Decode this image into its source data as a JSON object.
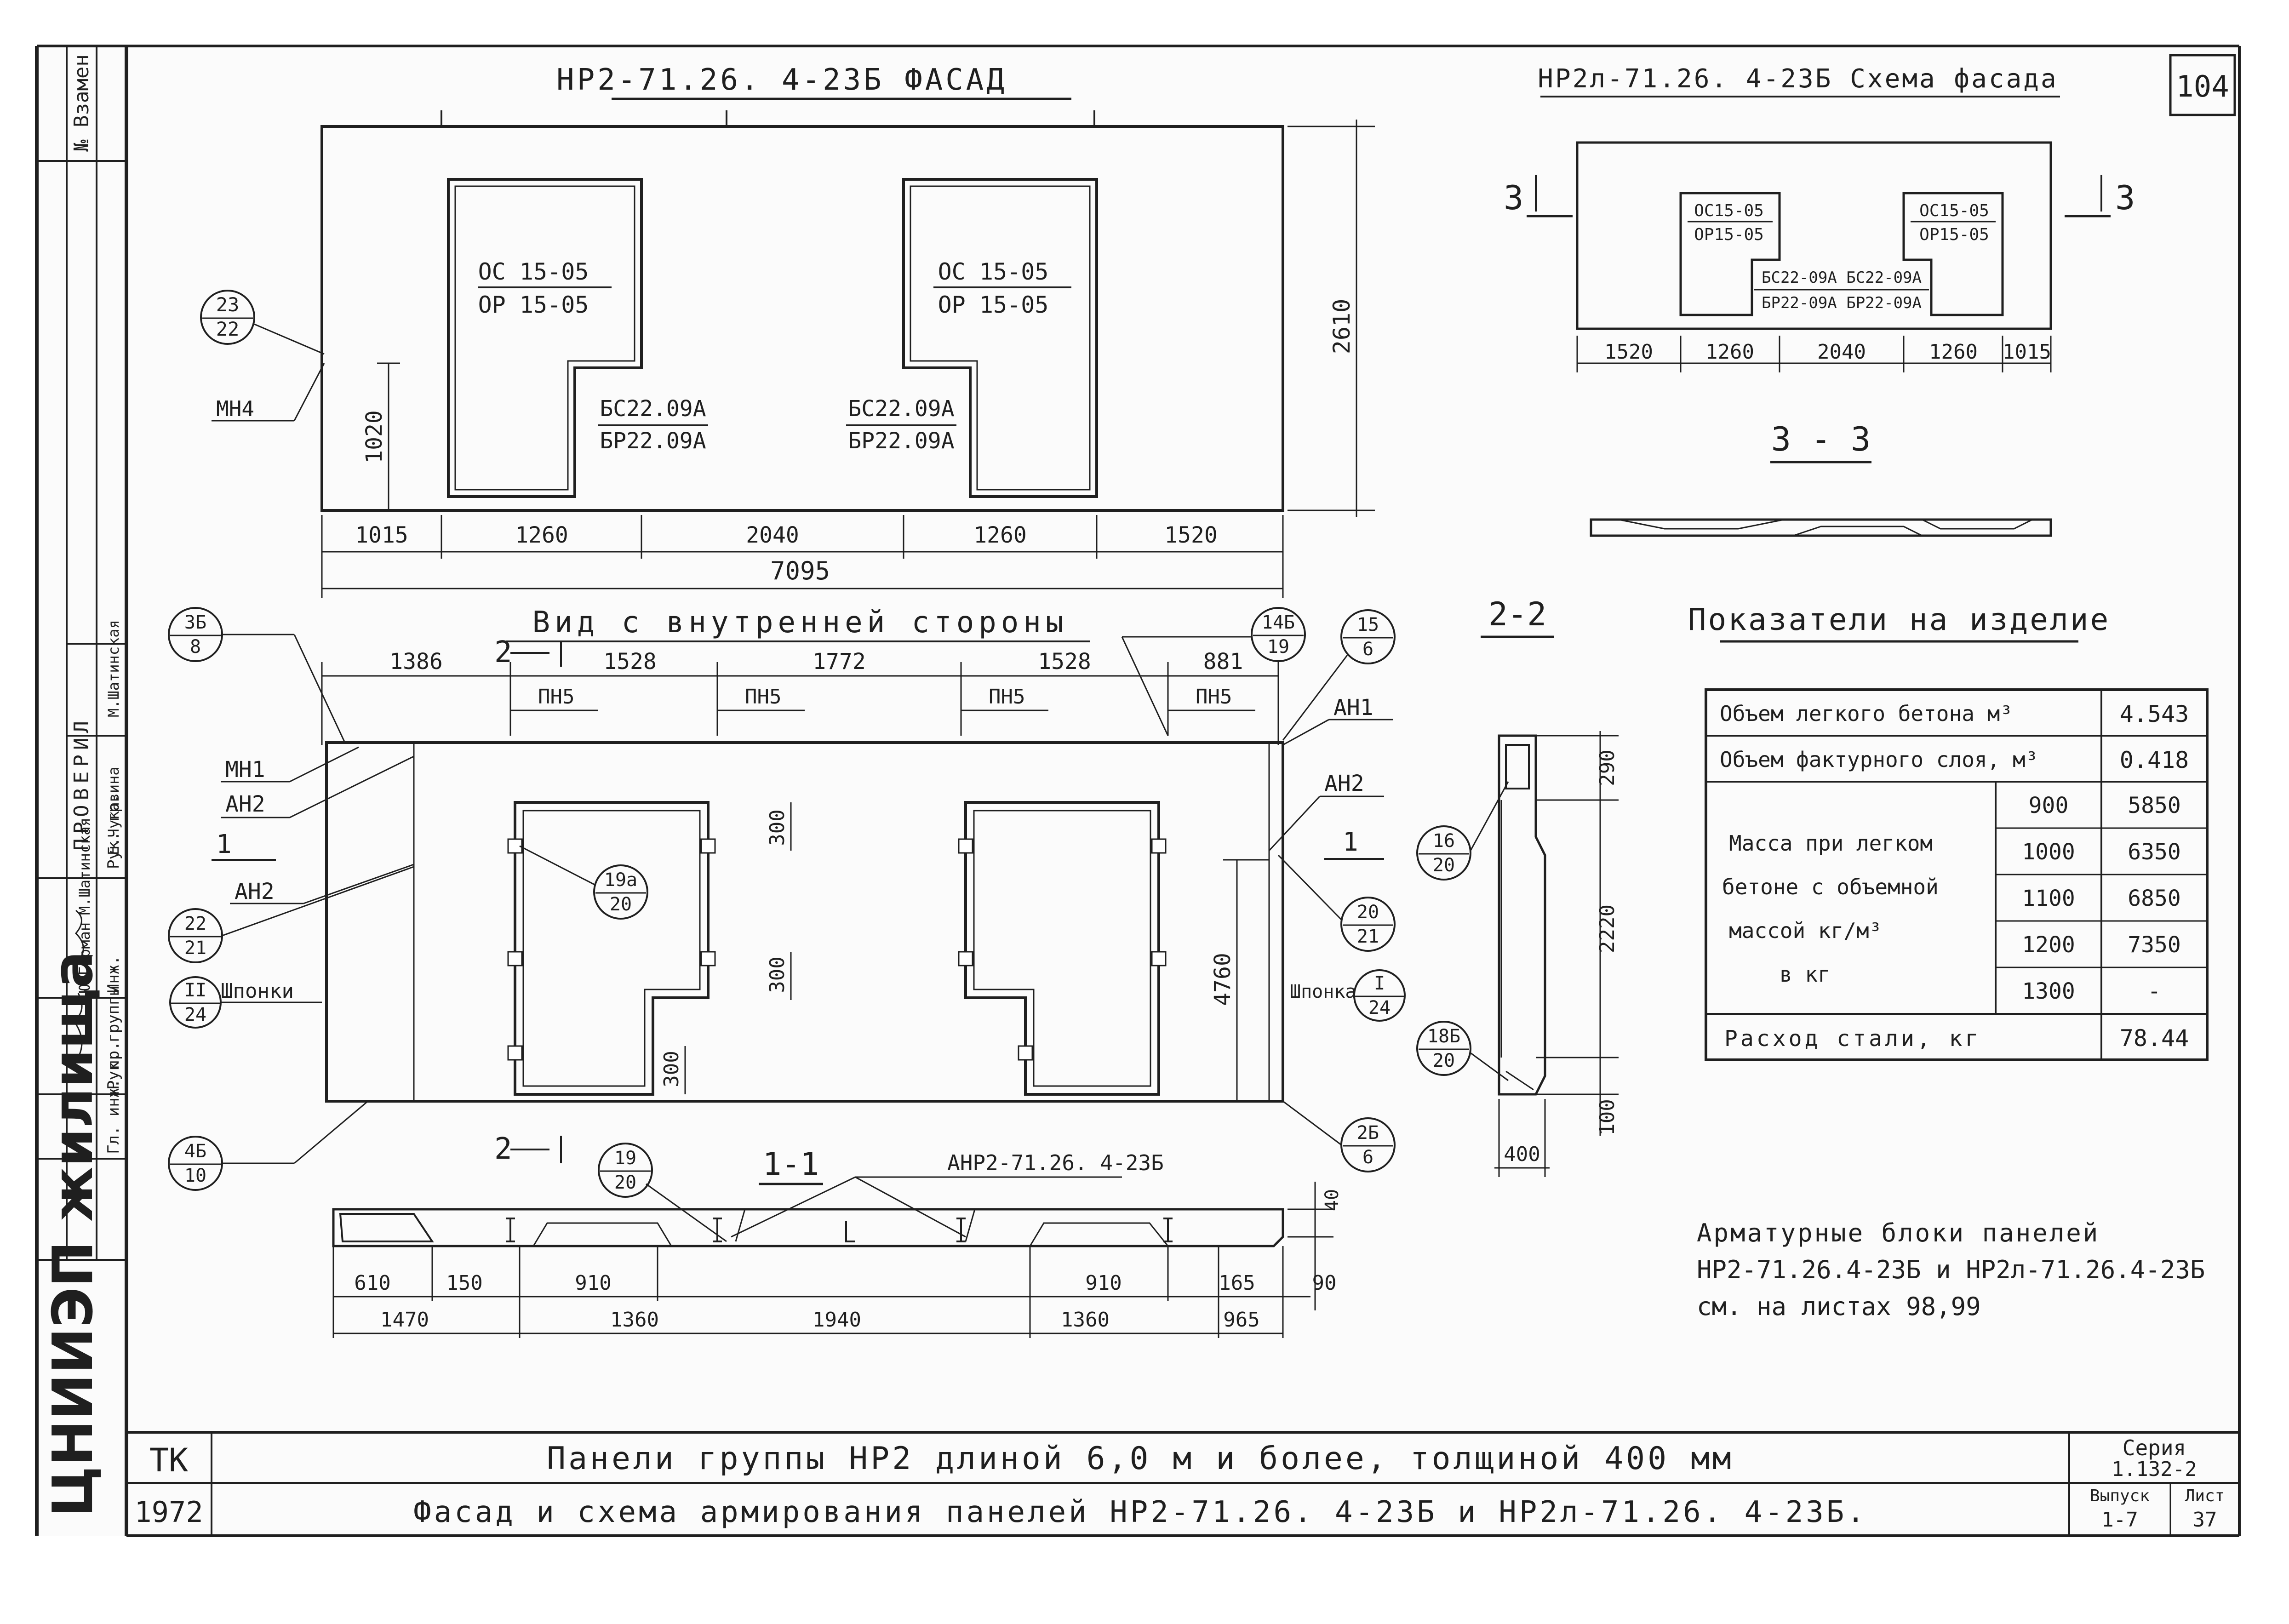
{
  "sheet_number": "104",
  "facade": {
    "title": "НР2-71.26. 4-23Б ФАСАД",
    "window1": {
      "upper": "ОС 15-05",
      "lower": "ОР 15-05"
    },
    "window2": {
      "upper": "ОС 15-05",
      "lower": "ОР 15-05"
    },
    "door1": {
      "upper": "БС22.09А",
      "lower": "БР22.09А"
    },
    "door2": {
      "upper": "БС22.09А",
      "lower": "БР22.09А"
    },
    "height": "2610",
    "sill": "1020",
    "callout": {
      "top": "23",
      "bottom": "22"
    },
    "mark": "МН4",
    "dims": [
      "1015",
      "1260",
      "2040",
      "1260",
      "1520"
    ],
    "total": "7095"
  },
  "scheme": {
    "title": "НР2л-71.26. 4-23Б Схема фасада",
    "win_left": [
      "ОС15-05",
      "ОР15-05"
    ],
    "win_right": [
      "ОС15-05",
      "ОР15-05"
    ],
    "doors_top": "БС22-09А БС22-09А",
    "doors_bottom": "БР22-09А БР22-09А",
    "section_mark": "3",
    "dims": [
      "1520",
      "1260",
      "2040",
      "1260",
      "1015"
    ],
    "section_title": "3 - 3"
  },
  "inner_view": {
    "title": "Вид с внутренней стороны",
    "top_dims": [
      "1386",
      "1528",
      "1772",
      "1528",
      "881"
    ],
    "pn5": "ПН5",
    "section_2": "2",
    "section_1": "1",
    "height": "4760",
    "dims_vertical": [
      "300",
      "300",
      "300"
    ],
    "labels": {
      "mn1": "МН1",
      "an2": "АН2",
      "an1": "АН1",
      "shponki": "Шпонки",
      "shponka": "Шпонка"
    },
    "callouts": [
      {
        "top": "3Б",
        "bottom": "8"
      },
      {
        "top": "14Б",
        "bottom": "19"
      },
      {
        "top": "15",
        "bottom": "6"
      },
      {
        "top": "19а",
        "bottom": "20"
      },
      {
        "top": "22",
        "bottom": "21"
      },
      {
        "top": "II",
        "bottom": "24"
      },
      {
        "top": "4Б",
        "bottom": "10"
      },
      {
        "top": "20",
        "bottom": "21"
      },
      {
        "top": "I",
        "bottom": "24"
      },
      {
        "top": "2Б",
        "bottom": "6"
      },
      {
        "top": "19",
        "bottom": "20"
      }
    ]
  },
  "section_1_1": {
    "title": "1-1",
    "label": "АНР2-71.26. 4-23Б",
    "top_dims": [
      "610",
      "150",
      "910",
      "910",
      "165",
      "90"
    ],
    "bottom_dims": [
      "1470",
      "1360",
      "1940",
      "1360",
      "965"
    ],
    "right_dim": "40"
  },
  "section_2_2": {
    "title": "2-2",
    "dims": [
      "290",
      "2220",
      "100"
    ],
    "width": "400",
    "callouts": [
      {
        "top": "16",
        "bottom": "20"
      },
      {
        "top": "18Б",
        "bottom": "20"
      }
    ]
  },
  "indicators": {
    "title": "Показатели на изделие",
    "rows": [
      {
        "label": "Объем легкого бетона м³",
        "value": "4.543"
      },
      {
        "label": "Объем фактурного слоя, м³",
        "value": "0.418"
      }
    ],
    "mass_label": [
      "Масса при легком",
      "бетоне с объемной",
      "массой кг/м³",
      "в кг"
    ],
    "mass_rows": [
      {
        "density": "900",
        "mass": "5850"
      },
      {
        "density": "1000",
        "mass": "6350"
      },
      {
        "density": "1100",
        "mass": "6850"
      },
      {
        "density": "1200",
        "mass": "7350"
      },
      {
        "density": "1300",
        "mass": "-"
      }
    ],
    "steel": {
      "label": "Расход стали, кг",
      "value": "78.44"
    }
  },
  "note": [
    "Арматурные блоки панелей",
    "НР2-71.26.4-23Б и НР2л-71.26.4-23Б",
    "см. на листах 98,99"
  ],
  "title_block": {
    "org_short": "ТК",
    "year": "1972",
    "line1": "Панели группы НР2 длиной 6,0 м и более, толщиной 400 мм",
    "line2": "Фасад и схема армирования панелей НР2-71.26. 4-23Б и НР2л-71.26. 4-23Б.",
    "series_label": "Серия",
    "series": "1.132-2",
    "issue_label": "Выпуск",
    "issue": "1-7",
    "sheet_label": "Лист",
    "sheet": "37"
  },
  "stamp": {
    "org": "ЦНИИЭП жилища",
    "proveril": "ПРОВЕРИЛ",
    "vzamen": "№ Взамен",
    "roles": [
      "Гл. инж. пр.",
      "Рук. группы",
      "Инж.",
      "Рук. гр."
    ],
    "names": [
      "Ю.Герман",
      "М.Шатинская",
      "Е.Чукавина",
      "М.Шатинская"
    ]
  }
}
